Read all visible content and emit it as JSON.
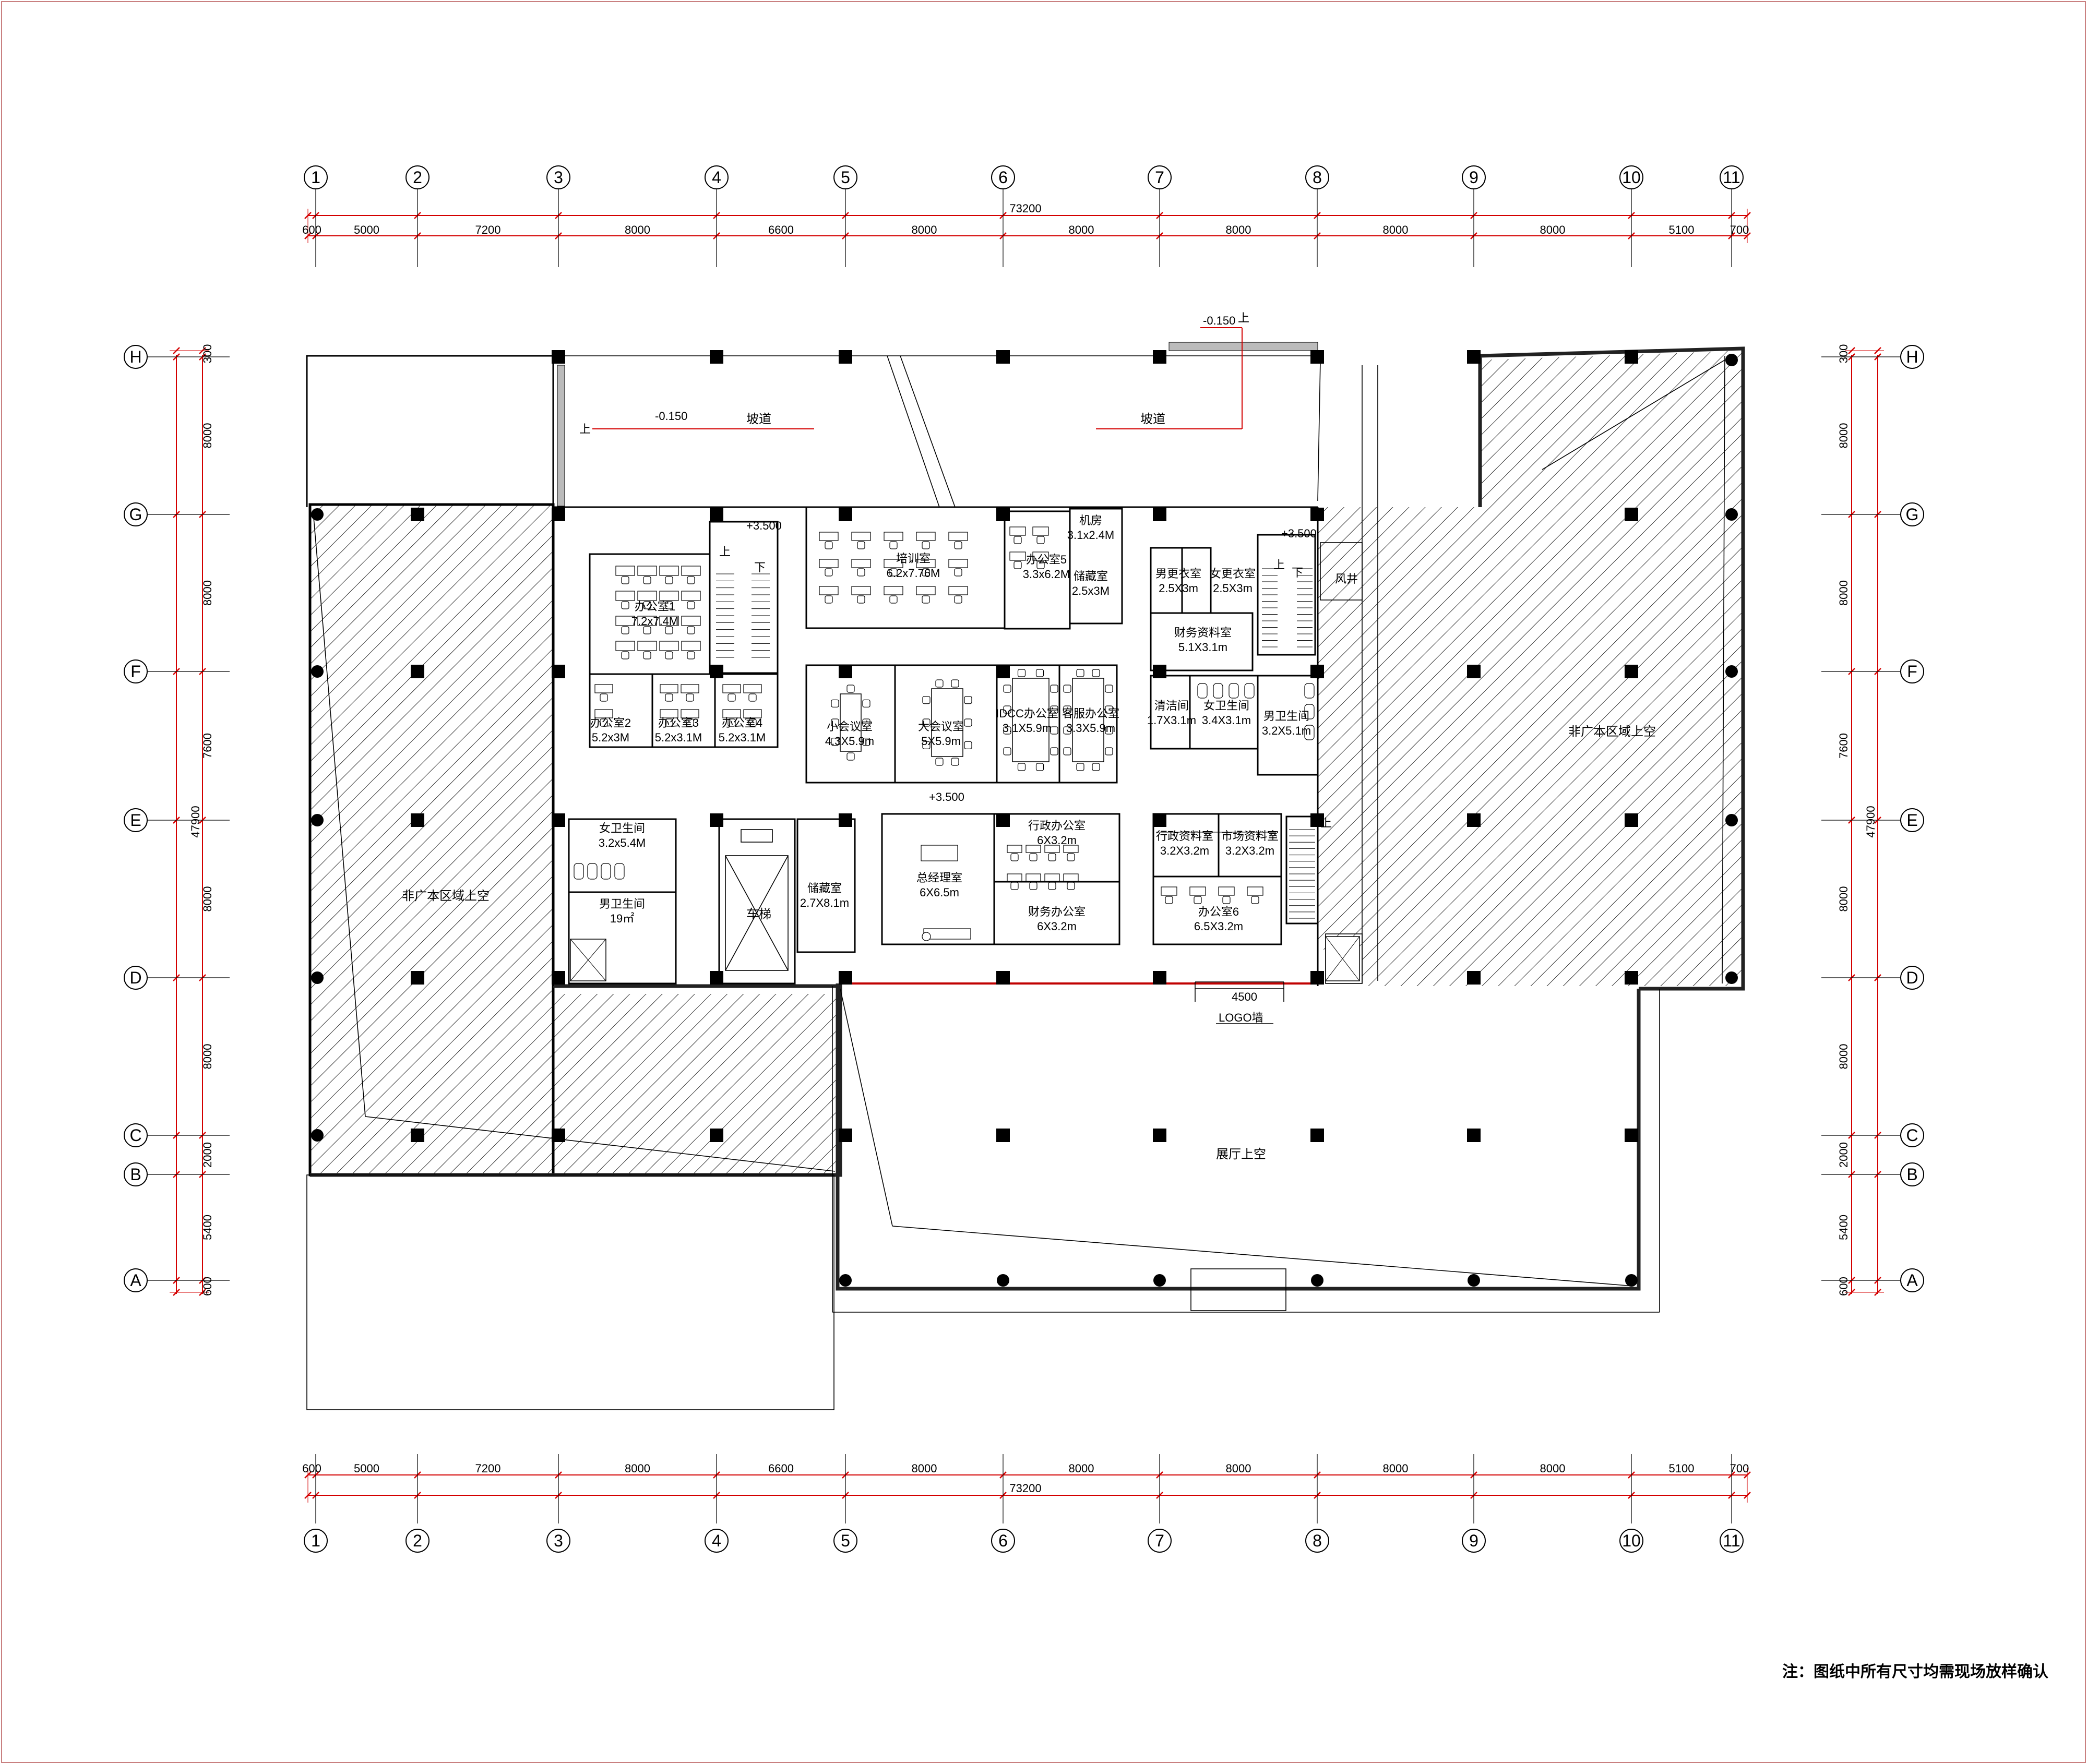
{
  "plan": {
    "columns_x": [
      "1",
      "2",
      "3",
      "4",
      "5",
      "6",
      "7",
      "8",
      "9",
      "10",
      "11"
    ],
    "rows_y": [
      "H",
      "G",
      "F",
      "E",
      "D",
      "C",
      "B",
      "A"
    ],
    "x_spacings": [
      "600",
      "5000",
      "7200",
      "8000",
      "6600",
      "8000",
      "8000",
      "8000",
      "8000",
      "8000",
      "5100",
      "700"
    ],
    "x_total": "73200",
    "y_spacings": [
      "300",
      "8000",
      "8000",
      "7600",
      "8000",
      "8000",
      "2000",
      "5400",
      "600"
    ],
    "y_total": "47900",
    "ramp_label": "坡道",
    "ramp_up": "上",
    "ramp_level": "-0.150",
    "stair_level": "+3.500",
    "stair_down": "下",
    "stair_up": "上",
    "void_left": "非广本区域上空",
    "void_right": "非广本区域上空",
    "void_hall": "展厅上空",
    "logo_wall": "4500",
    "logo_label": "LOGO墙",
    "elevator": "车梯",
    "air_shaft": "风井",
    "note": "注：图纸中所有尺寸均需现场放样确认",
    "rooms": {
      "office1": {
        "name": "办公室1",
        "size": "7.2x7.4M"
      },
      "training": {
        "name": "培训室",
        "size": "6.2x7.76M"
      },
      "office5": {
        "name": "办公室5",
        "size": "3.3x6.2M"
      },
      "machine": {
        "name": "机房",
        "size": "3.1x2.4M"
      },
      "storage1": {
        "name": "储藏室",
        "size": "2.5x3M"
      },
      "male_locker": {
        "name": "男更衣室",
        "size": "2.5X3m"
      },
      "female_locker": {
        "name": "女更衣室",
        "size": "2.5X3m"
      },
      "finance_archive": {
        "name": "财务资料室",
        "size": "5.1X3.1m"
      },
      "office2": {
        "name": "办公室2",
        "size": "5.2x3M"
      },
      "office3": {
        "name": "办公室3",
        "size": "5.2x3.1M"
      },
      "office4": {
        "name": "办公室4",
        "size": "5.2x3.1M"
      },
      "meeting_small": {
        "name": "小会议室",
        "size": "4.3X5.9m"
      },
      "meeting_large": {
        "name": "大会议室",
        "size": "5X5.9m"
      },
      "idcc": {
        "name": "IDCC办公室",
        "size": "3.1X5.9m"
      },
      "service": {
        "name": "客服办公室",
        "size": "3.3X5.9m"
      },
      "cleaning": {
        "name": "清洁间",
        "size": "1.7X3.1m"
      },
      "female_wc_r": {
        "name": "女卫生间",
        "size": "3.4X3.1m"
      },
      "male_wc_r": {
        "name": "男卫生间",
        "size": "3.2X5.1m"
      },
      "female_wc_l": {
        "name": "女卫生间",
        "size": "3.2x5.4M"
      },
      "male_wc_l": {
        "name": "男卫生间",
        "size": "19㎡"
      },
      "storage2": {
        "name": "储藏室",
        "size": "2.7X8.1m"
      },
      "gm": {
        "name": "总经理室",
        "size": "6X6.5m"
      },
      "admin": {
        "name": "行政办公室",
        "size": "6X3.2m"
      },
      "finance": {
        "name": "财务办公室",
        "size": "6X3.2m"
      },
      "admin_archive": {
        "name": "行政资料室",
        "size": "3.2X3.2m"
      },
      "market_archive": {
        "name": "市场资料室",
        "size": "3.2X3.2m"
      },
      "office6": {
        "name": "办公室6",
        "size": "6.5X3.2m"
      }
    }
  }
}
